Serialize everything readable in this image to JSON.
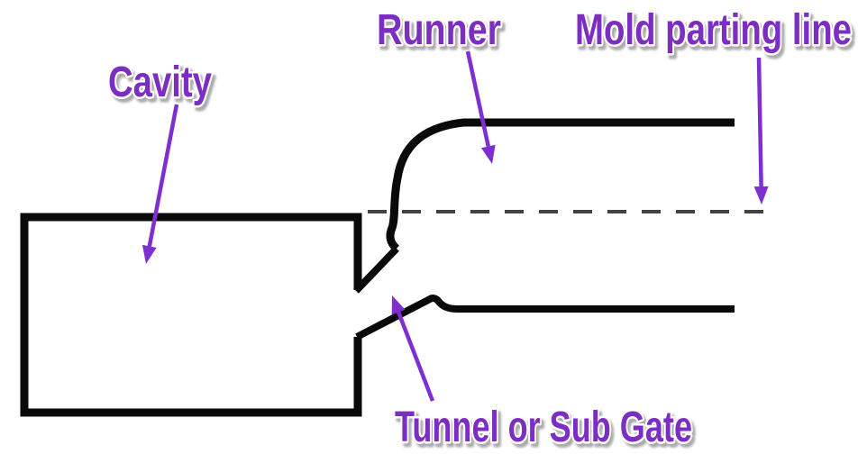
{
  "diagram": {
    "labels": {
      "cavity": "Cavity",
      "runner": "Runner",
      "mold_parting_line": "Mold parting line",
      "tunnel_gate": "Tunnel or Sub Gate"
    },
    "colors": {
      "label_text": "#7b2ec2",
      "label_outline": "#ffffff",
      "label_shadow": "#8f8f8f",
      "arrow": "#7e2fd2",
      "line": "#0a0a0a",
      "parting_line": "#424242",
      "background": "#ffffff"
    }
  }
}
